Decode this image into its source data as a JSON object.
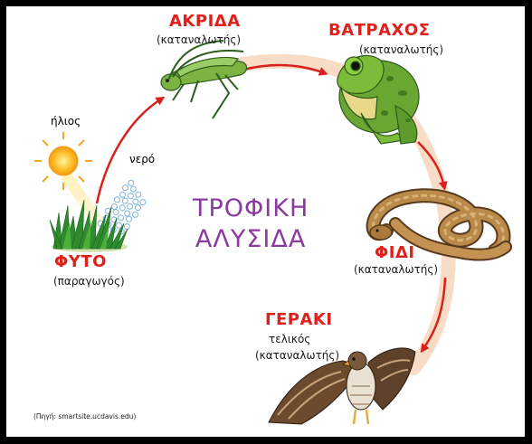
{
  "title": {
    "line1": "ΤΡΟΦΙΚΗ",
    "line2": "ΑΛΥΣΙΔΑ"
  },
  "nodes": {
    "plant": {
      "name": "ΦΥΤΟ",
      "role": "(παραγωγός)"
    },
    "grasshopper": {
      "name": "ΑΚΡΙΔΑ",
      "role": "(καταναλωτής)"
    },
    "frog": {
      "name": "ΒΑΤΡΑΧΟΣ",
      "role": "(καταναλωτής)"
    },
    "snake": {
      "name": "ΦΙΔΙ",
      "role": "(καταναλωτής)"
    },
    "hawk": {
      "name": "ΓΕΡΑΚΙ",
      "role_top": "τελικός",
      "role": "(καταναλωτής)"
    }
  },
  "inputs": {
    "sun": "ήλιος",
    "water": "νερό"
  },
  "source": "(Πηγή: smartsite.ucdavis.edu)",
  "colors": {
    "label_red": "#e0201c",
    "title_purple": "#8a3aa0",
    "ring": "#f8dcc6",
    "arrow": "#d9201c"
  },
  "icons": [
    "sun-icon",
    "water-drops-icon",
    "grass-icon",
    "grasshopper-icon",
    "frog-icon",
    "snake-icon",
    "hawk-icon"
  ]
}
